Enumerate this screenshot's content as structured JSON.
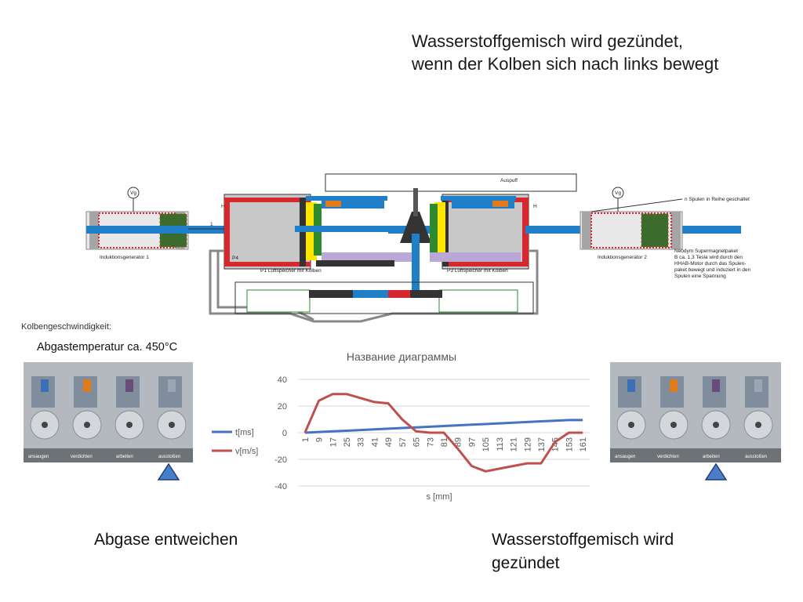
{
  "heading": {
    "line1": "Wasserstoffgemisch wird gezündet,",
    "line2": "wenn der Kolben sich nach links bewegt"
  },
  "engine": {
    "exhaust_label": "Auspuff",
    "coil_label": "n Spulen in Reihe geschaltet",
    "generator_left": "Induktionsgenerator 1",
    "generator_right": "Induktionsgenerator 2",
    "magnet_note": [
      "Neodym Supermagnetpaket",
      "B ca. 1,3 Tesla wird durch den",
      "HHAB-Motor durch das Spulen-",
      "paket bewegt und induziert in den",
      "Spulen eine Spannung"
    ],
    "piston_left": "P1 Luftspeicher mit Kolben",
    "piston_right": "P3 Luftspeicher mit Kolben",
    "meter_label": "Vg",
    "marker_1": "1",
    "marker_h": "H",
    "marker_p4": "P4"
  },
  "speed_label": "Kolbengeschwindigkeit:",
  "exhaust_temp": "Abgastemperatur ca. 450°C",
  "strokes": {
    "labels": [
      "ansaugen",
      "verdichten",
      "arbeiten",
      "ausstoßen"
    ],
    "left_active_index": 3,
    "right_active_index": 2
  },
  "chart_data": {
    "type": "line",
    "title": "Название диаграммы",
    "xlabel": "s [mm]",
    "ylabel": "",
    "ylim": [
      -40,
      40
    ],
    "yticks": [
      40,
      20,
      0,
      -20,
      -40
    ],
    "categories": [
      "1",
      "9",
      "17",
      "25",
      "33",
      "41",
      "49",
      "57",
      "65",
      "73",
      "81",
      "89",
      "97",
      "105",
      "113",
      "121",
      "129",
      "137",
      "145",
      "153",
      "161"
    ],
    "series": [
      {
        "name": "t[ms]",
        "color": "#4472c4",
        "values": [
          0,
          0.5,
          1,
          1.5,
          2,
          2.5,
          3,
          3.5,
          4,
          4.5,
          5,
          5.5,
          6,
          6.5,
          7,
          7.5,
          8,
          8.5,
          9,
          9.5,
          9.5
        ]
      },
      {
        "name": "v[m/s]",
        "color": "#c0504d",
        "values": [
          0,
          24,
          29,
          29,
          26,
          23,
          22,
          10,
          1,
          0,
          0,
          -12,
          -25,
          -29,
          -27,
          -25,
          -23,
          -23,
          -7,
          0,
          0
        ]
      }
    ],
    "legend_position": "left"
  },
  "captions": {
    "left": "Abgase entweichen",
    "right": "Wasserstoffgemisch wird gezündet"
  },
  "colors": {
    "steel_blue": "#1f7fc8",
    "housing_red": "#d7282f",
    "cylinder_gray": "#b8b8b8",
    "stroke_bg": "#b4b9bf",
    "arrow_blue": "#4a7ec9"
  }
}
